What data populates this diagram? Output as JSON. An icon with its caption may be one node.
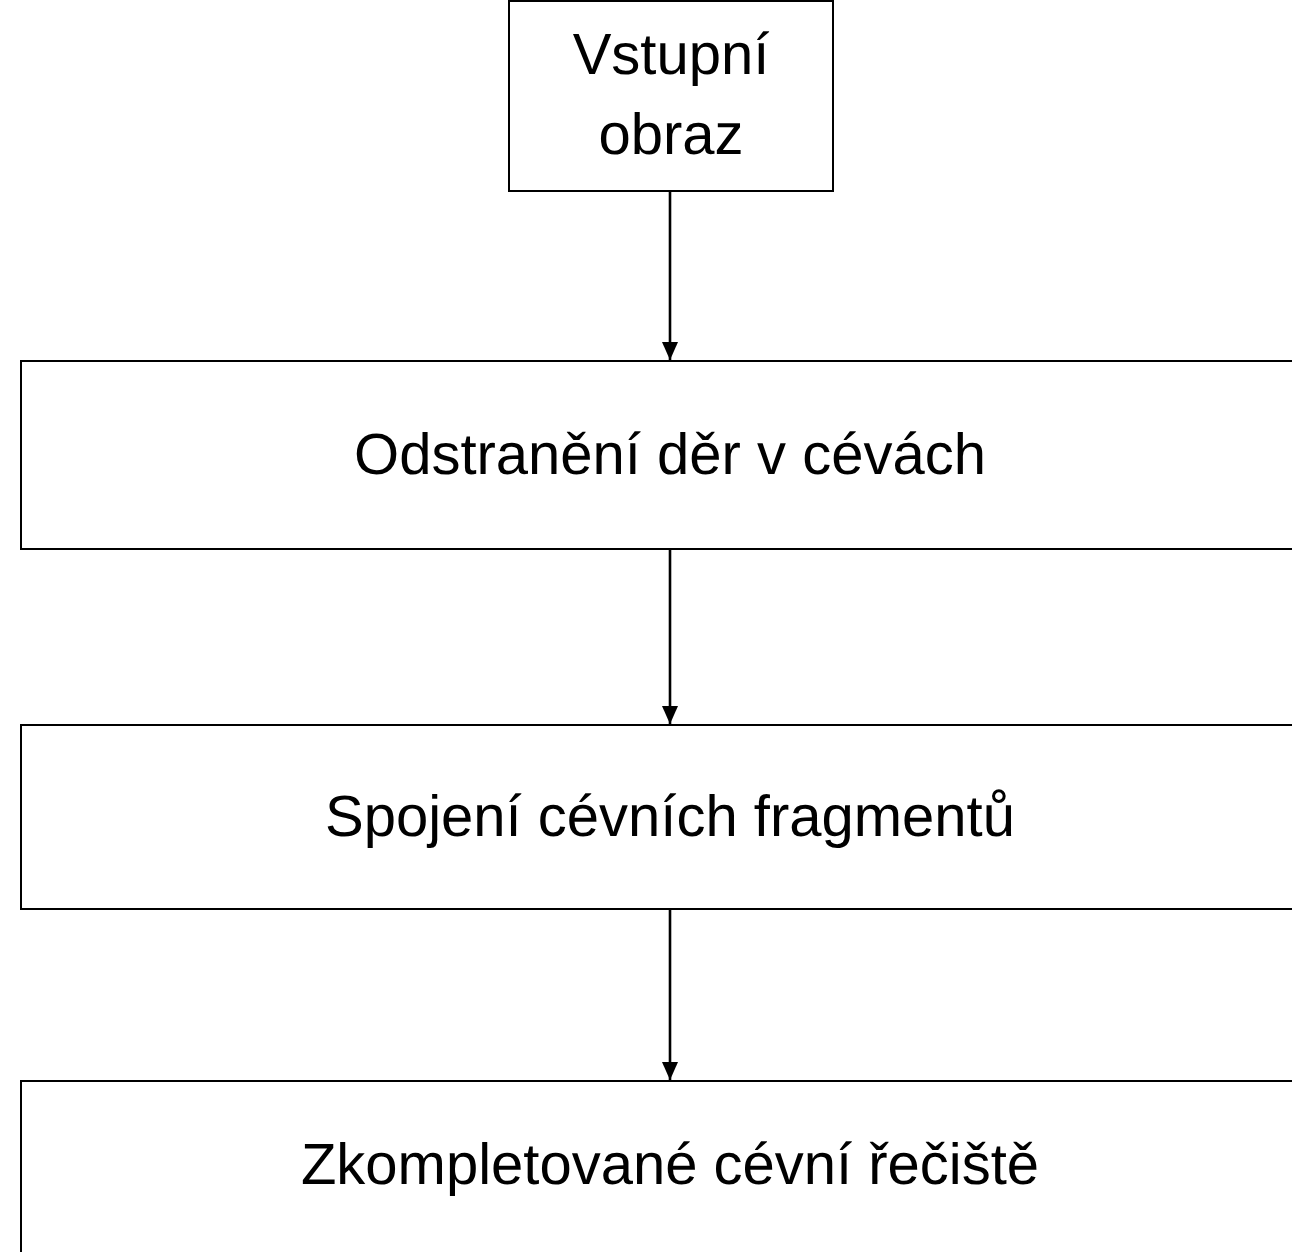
{
  "diagram": {
    "nodes": [
      {
        "text": [
          "Vstupní obraz"
        ]
      },
      {
        "text": [
          "Odstranění děr v cévách"
        ]
      },
      {
        "text": [
          "Spojení cévních fragmentů"
        ]
      },
      {
        "text": [
          "Zkompletované cévní řečiště"
        ]
      }
    ],
    "edges": [
      {
        "from": 0,
        "to": 1,
        "arrow": "to"
      },
      {
        "from": 1,
        "to": 2,
        "arrow": "to"
      },
      {
        "from": 2,
        "to": 3,
        "arrow": "to"
      }
    ]
  }
}
